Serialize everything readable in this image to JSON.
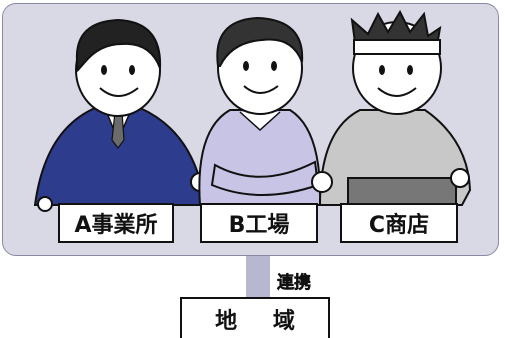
{
  "labels": {
    "a": "A事業所",
    "b": "B工場",
    "c": "C商店"
  },
  "link_label": "連携",
  "region_label": "地 域",
  "colors": {
    "panel": "#d9d9e6",
    "connector": "#b7b7d0",
    "suit": "#2d3c8c",
    "sweater_b": "#c8c4e6",
    "sweater_c": "#c8c8c8"
  }
}
